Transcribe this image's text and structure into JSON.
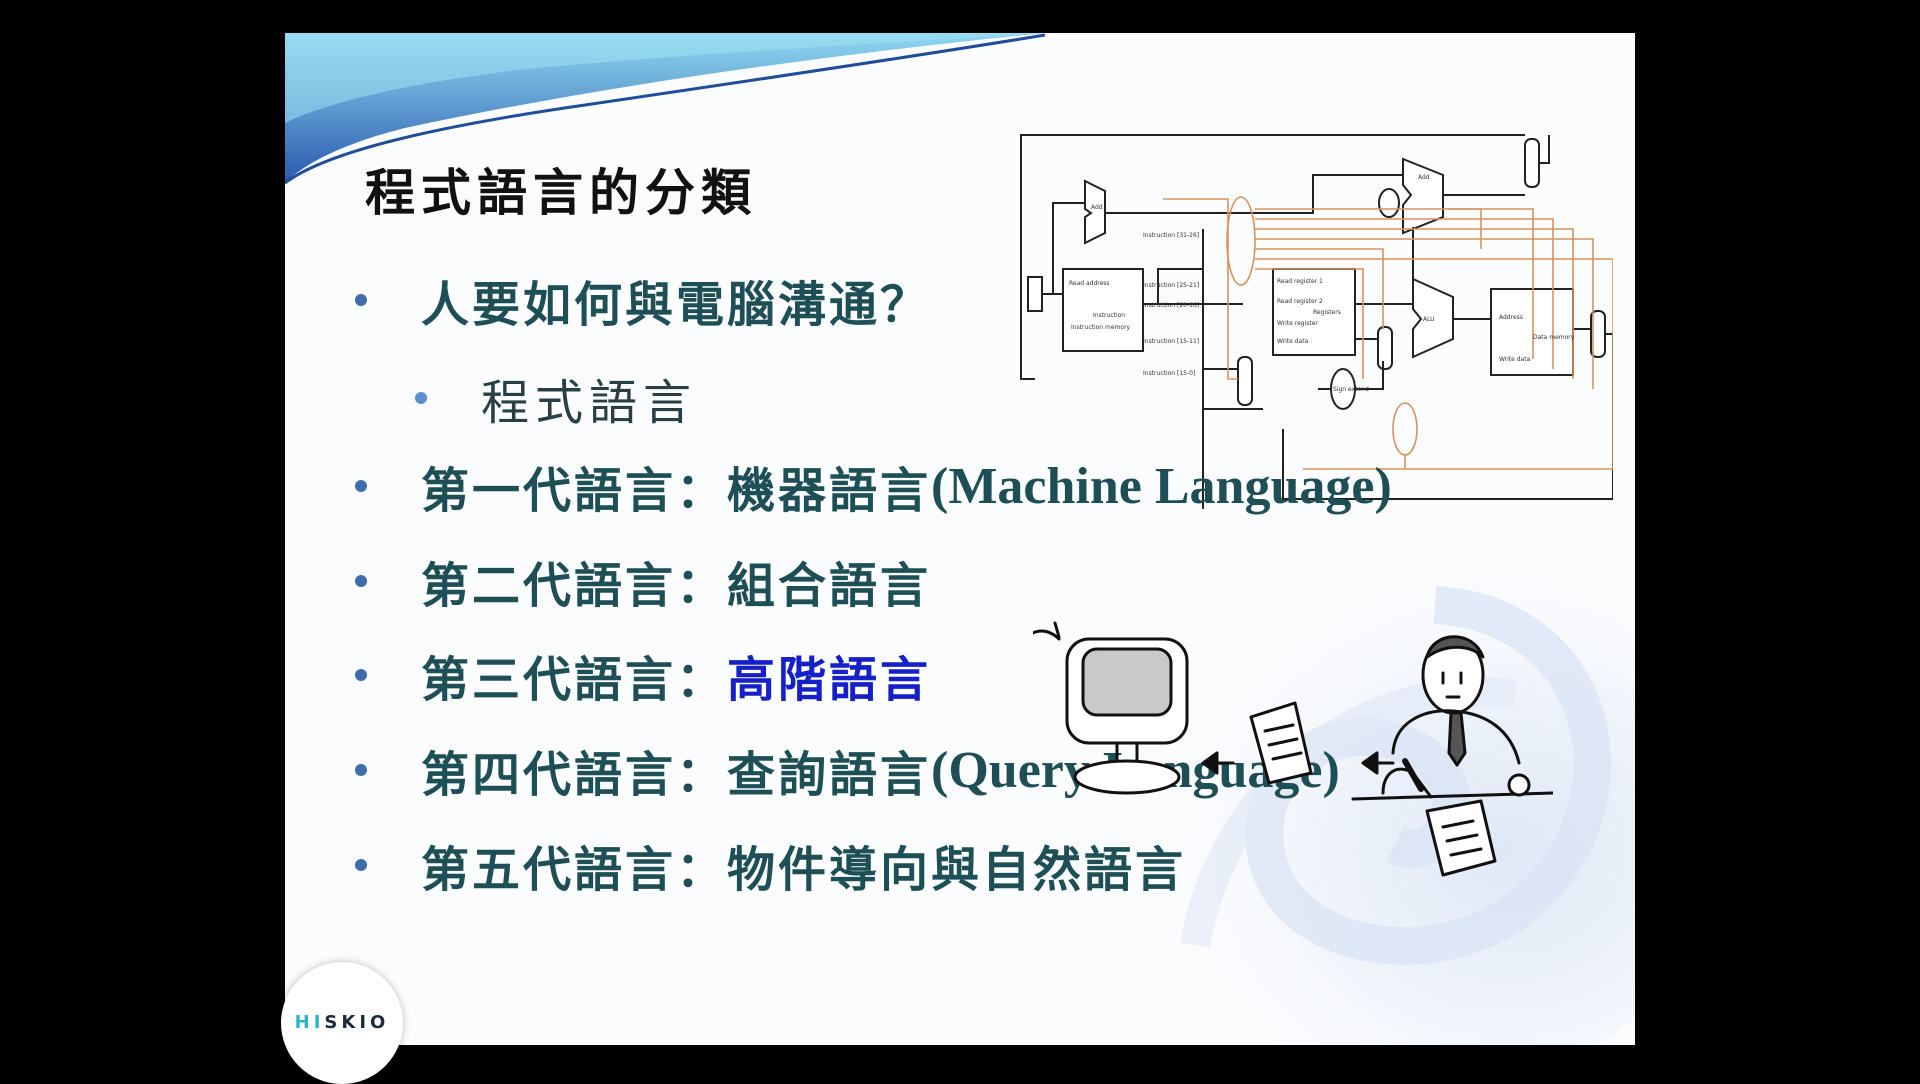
{
  "slide": {
    "title": "程式語言的分類",
    "question": "人要如何與電腦溝通？",
    "sub_item": "程式語言",
    "generations": [
      {
        "cn": "第一代語言：機器語言 ",
        "latin": "(Machine Language)"
      },
      {
        "cn": "第二代語言：組合語言",
        "latin": ""
      },
      {
        "cn": "第三代語言：",
        "highlight": "高階語言"
      },
      {
        "cn": "第四代語言：查詢語言",
        "latin": "(Query Language)"
      },
      {
        "cn": "第五代語言：物件導向與自然語言",
        "latin": ""
      }
    ],
    "highlight_color": "#1520c8"
  },
  "logo": {
    "hi": "HI",
    "rest": "SKIO"
  }
}
